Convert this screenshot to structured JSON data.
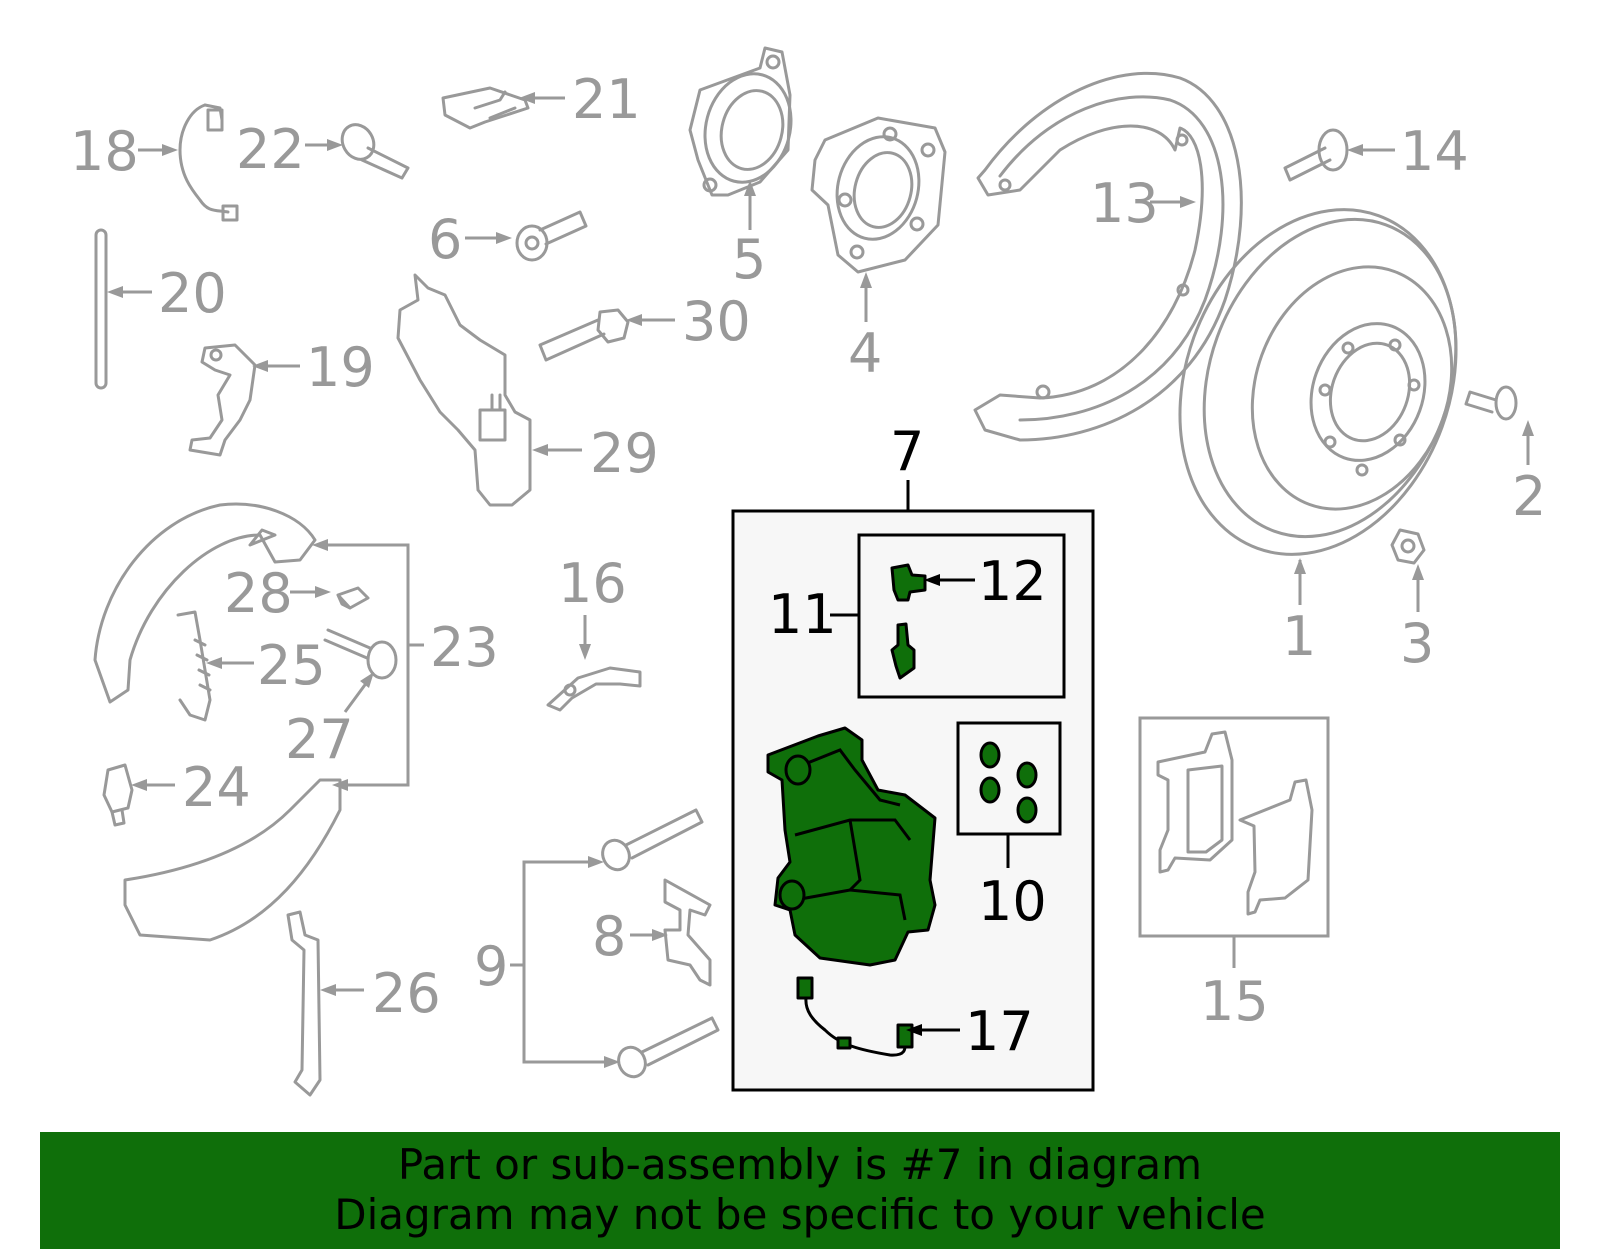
{
  "callouts": {
    "c1": "1",
    "c2": "2",
    "c3": "3",
    "c4": "4",
    "c5": "5",
    "c6": "6",
    "c7": "7",
    "c8": "8",
    "c9": "9",
    "c10": "10",
    "c11": "11",
    "c12": "12",
    "c13": "13",
    "c14": "14",
    "c15": "15",
    "c16": "16",
    "c17": "17",
    "c18": "18",
    "c19": "19",
    "c20": "20",
    "c21": "21",
    "c22": "22",
    "c23": "23",
    "c24": "24",
    "c25": "25",
    "c26": "26",
    "c27": "27",
    "c28": "28",
    "c29": "29",
    "c30": "30"
  },
  "highlighted_part": "7",
  "banner": {
    "line1": "Part or sub-assembly is #7 in diagram",
    "line2": "Diagram may not be specific to your vehicle"
  },
  "colors": {
    "highlight_green": "#0f6f0a",
    "part_gray": "#999999",
    "text_black": "#000000",
    "box_fill": "#f7f7f7"
  }
}
